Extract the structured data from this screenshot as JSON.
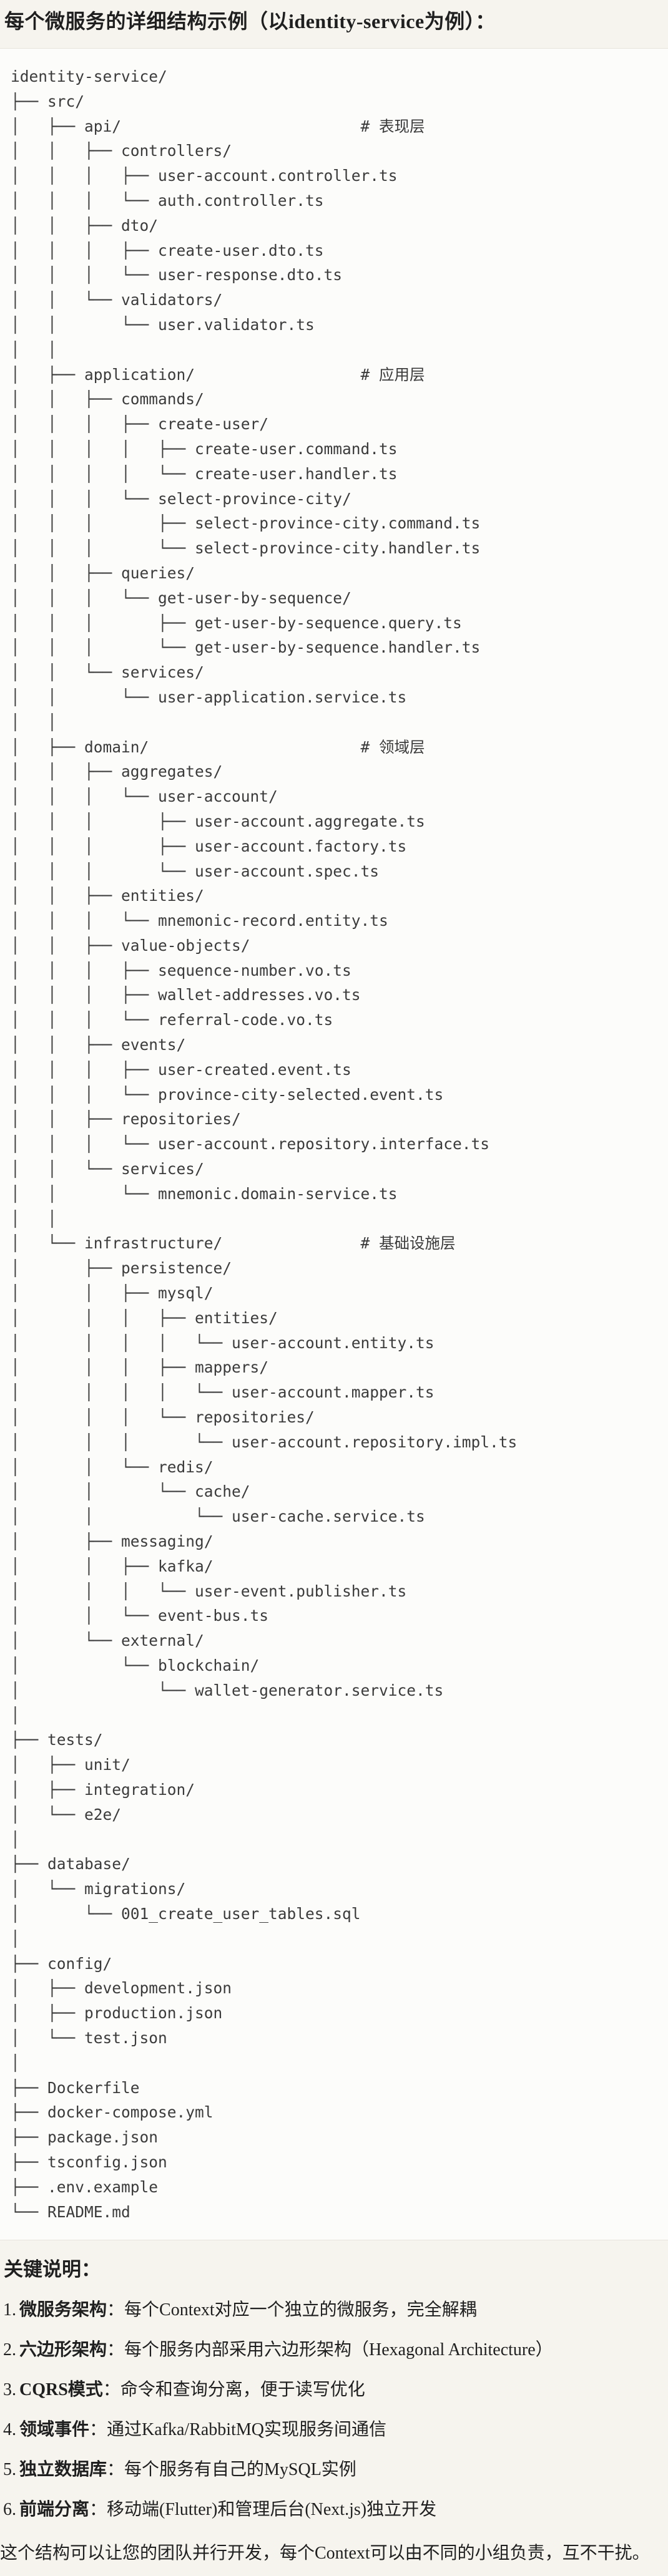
{
  "title": "每个微服务的详细结构示例（以identity-service为例）：",
  "tree_lines": [
    "identity-service/",
    "├── src/",
    "│   ├── api/                          # 表现层",
    "│   │   ├── controllers/",
    "│   │   │   ├── user-account.controller.ts",
    "│   │   │   └── auth.controller.ts",
    "│   │   ├── dto/",
    "│   │   │   ├── create-user.dto.ts",
    "│   │   │   └── user-response.dto.ts",
    "│   │   └── validators/",
    "│   │       └── user.validator.ts",
    "│   │",
    "│   ├── application/                  # 应用层",
    "│   │   ├── commands/",
    "│   │   │   ├── create-user/",
    "│   │   │   │   ├── create-user.command.ts",
    "│   │   │   │   └── create-user.handler.ts",
    "│   │   │   └── select-province-city/",
    "│   │   │       ├── select-province-city.command.ts",
    "│   │   │       └── select-province-city.handler.ts",
    "│   │   ├── queries/",
    "│   │   │   └── get-user-by-sequence/",
    "│   │   │       ├── get-user-by-sequence.query.ts",
    "│   │   │       └── get-user-by-sequence.handler.ts",
    "│   │   └── services/",
    "│   │       └── user-application.service.ts",
    "│   │",
    "│   ├── domain/                       # 领域层",
    "│   │   ├── aggregates/",
    "│   │   │   └── user-account/",
    "│   │   │       ├── user-account.aggregate.ts",
    "│   │   │       ├── user-account.factory.ts",
    "│   │   │       └── user-account.spec.ts",
    "│   │   ├── entities/",
    "│   │   │   └── mnemonic-record.entity.ts",
    "│   │   ├── value-objects/",
    "│   │   │   ├── sequence-number.vo.ts",
    "│   │   │   ├── wallet-addresses.vo.ts",
    "│   │   │   └── referral-code.vo.ts",
    "│   │   ├── events/",
    "│   │   │   ├── user-created.event.ts",
    "│   │   │   └── province-city-selected.event.ts",
    "│   │   ├── repositories/",
    "│   │   │   └── user-account.repository.interface.ts",
    "│   │   └── services/",
    "│   │       └── mnemonic.domain-service.ts",
    "│   │",
    "│   └── infrastructure/               # 基础设施层",
    "│       ├── persistence/",
    "│       │   ├── mysql/",
    "│       │   │   ├── entities/",
    "│       │   │   │   └── user-account.entity.ts",
    "│       │   │   ├── mappers/",
    "│       │   │   │   └── user-account.mapper.ts",
    "│       │   │   └── repositories/",
    "│       │   │       └── user-account.repository.impl.ts",
    "│       │   └── redis/",
    "│       │       └── cache/",
    "│       │           └── user-cache.service.ts",
    "│       ├── messaging/",
    "│       │   ├── kafka/",
    "│       │   │   └── user-event.publisher.ts",
    "│       │   └── event-bus.ts",
    "│       └── external/",
    "│           └── blockchain/",
    "│               └── wallet-generator.service.ts",
    "│",
    "├── tests/",
    "│   ├── unit/",
    "│   ├── integration/",
    "│   └── e2e/",
    "│",
    "├── database/",
    "│   └── migrations/",
    "│       └── 001_create_user_tables.sql",
    "│",
    "├── config/",
    "│   ├── development.json",
    "│   ├── production.json",
    "│   └── test.json",
    "│",
    "├── Dockerfile",
    "├── docker-compose.yml",
    "├── package.json",
    "├── tsconfig.json",
    "├── .env.example",
    "└── README.md"
  ],
  "notes": {
    "heading": "关键说明：",
    "items": [
      {
        "num": "1.",
        "term": "微服务架构",
        "desc": "：每个Context对应一个独立的微服务，完全解耦"
      },
      {
        "num": "2.",
        "term": "六边形架构",
        "desc": "：每个服务内部采用六边形架构（Hexagonal Architecture）"
      },
      {
        "num": "3.",
        "term": "CQRS模式",
        "desc": "：命令和查询分离，便于读写优化"
      },
      {
        "num": "4.",
        "term": "领域事件",
        "desc": "：通过Kafka/RabbitMQ实现服务间通信"
      },
      {
        "num": "5.",
        "term": "独立数据库",
        "desc": "：每个服务有自己的MySQL实例"
      },
      {
        "num": "6.",
        "term": "前端分离",
        "desc": "：移动端(Flutter)和管理后台(Next.js)独立开发"
      }
    ],
    "footer": "这个结构可以让您的团队并行开发，每个Context可以由不同的小组负责，互不干扰。"
  },
  "colors": {
    "page_bg": "#f6f4ee",
    "code_bg": "#fcfcfa",
    "code_border": "#e7e4dc",
    "text": "#1f1f1f",
    "code_text": "#3b3b3b"
  }
}
